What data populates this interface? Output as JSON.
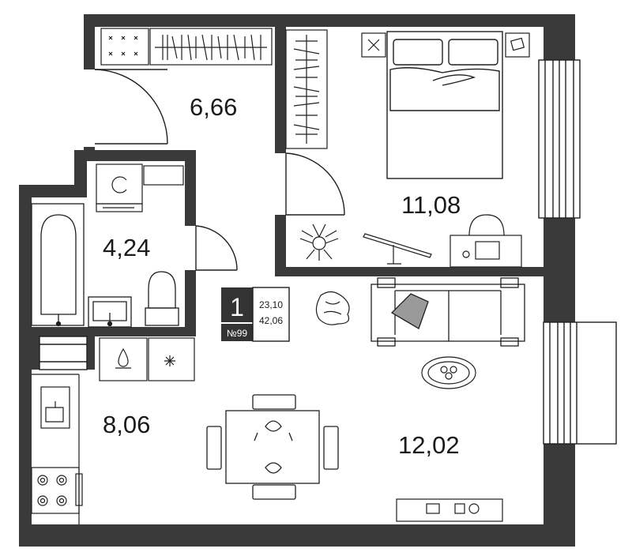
{
  "rooms": {
    "hallway": {
      "area": "6,66"
    },
    "bedroom": {
      "area": "11,08"
    },
    "bathroom": {
      "area": "4,24"
    },
    "kitchen": {
      "area": "8,06"
    },
    "living": {
      "area": "12,02"
    }
  },
  "badge": {
    "rooms_count": "1",
    "apartment_number": "№99",
    "living_area": "23,10",
    "total_area": "42,06"
  },
  "colors": {
    "wall": "#3a3a3a",
    "badge_bg": "#333333",
    "line": "#1f1f1f"
  }
}
